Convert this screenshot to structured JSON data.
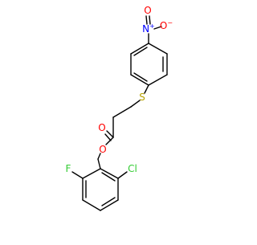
{
  "molecule": {
    "atoms": {
      "nitro_n": {
        "label": "N",
        "charge": "+",
        "color": "#0000ff"
      },
      "nitro_o_top": {
        "label": "O",
        "color": "#ff0000"
      },
      "nitro_o_right": {
        "label": "O",
        "charge": "−",
        "color": "#ff0000"
      },
      "sulfur": {
        "label": "S",
        "color": "#b8a200"
      },
      "ester_carbonyl_o": {
        "label": "O",
        "color": "#ff0000"
      },
      "ester_o": {
        "label": "O",
        "color": "#ff0000"
      },
      "fluorine": {
        "label": "F",
        "color": "#33cc33"
      },
      "chlorine": {
        "label": "Cl",
        "color": "#33cc33"
      }
    },
    "bond_color": "#000000"
  }
}
